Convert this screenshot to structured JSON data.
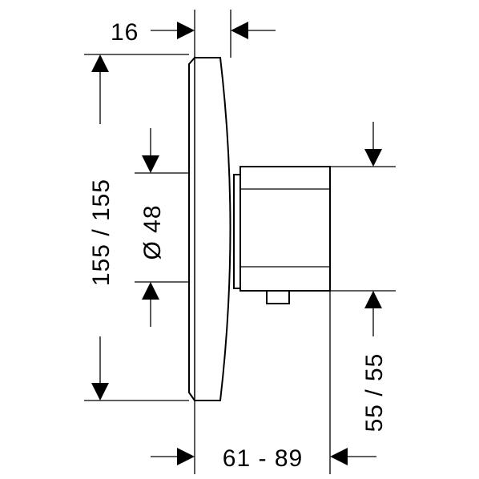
{
  "diagram": {
    "dimensions": {
      "depth_top": "16",
      "height": "155  /  155",
      "diameter": "Ø  48",
      "offset": "55 / 55",
      "length": "61 - 89"
    },
    "line_color": "#000000",
    "background": "#ffffff"
  }
}
